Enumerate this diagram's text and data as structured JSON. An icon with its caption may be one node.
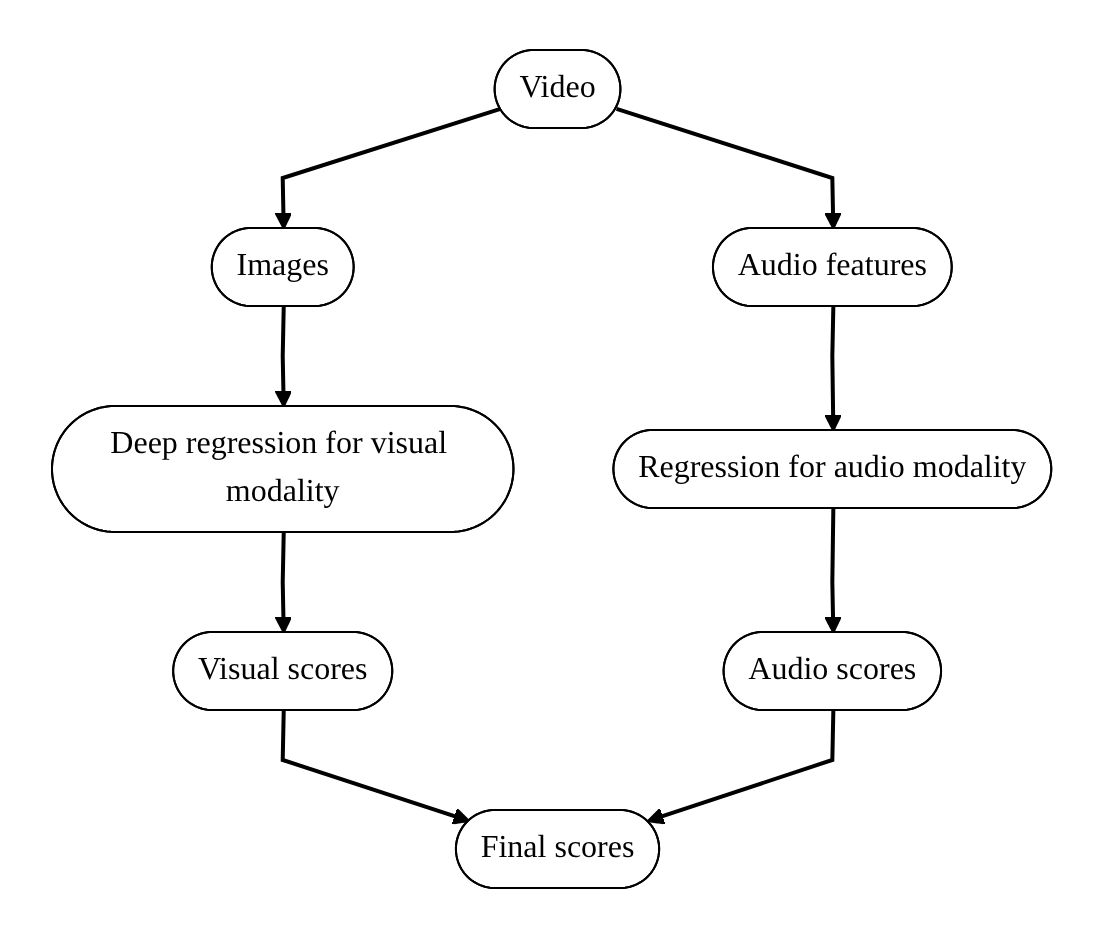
{
  "diagram": {
    "nodes": [
      {
        "text": [
          "Video"
        ]
      },
      {
        "text": [
          "Images"
        ]
      },
      {
        "text": [
          "Audio features"
        ]
      },
      {
        "text": [
          "Deep regression for visual modality"
        ]
      },
      {
        "text": [
          "Regression for audio modality"
        ]
      },
      {
        "text": [
          "Visual scores"
        ]
      },
      {
        "text": [
          "Audio scores"
        ]
      },
      {
        "text": [
          "Final scores"
        ]
      }
    ],
    "edges": [
      {
        "from": 0,
        "to": 1,
        "arrow": "to"
      },
      {
        "from": 0,
        "to": 2,
        "arrow": "to"
      },
      {
        "from": 1,
        "to": 3,
        "arrow": "to"
      },
      {
        "from": 2,
        "to": 4,
        "arrow": "to"
      },
      {
        "from": 3,
        "to": 5,
        "arrow": "to"
      },
      {
        "from": 4,
        "to": 6,
        "arrow": "to"
      },
      {
        "from": 5,
        "to": 7,
        "arrow": "to"
      },
      {
        "from": 6,
        "to": 7,
        "arrow": "to"
      }
    ]
  }
}
